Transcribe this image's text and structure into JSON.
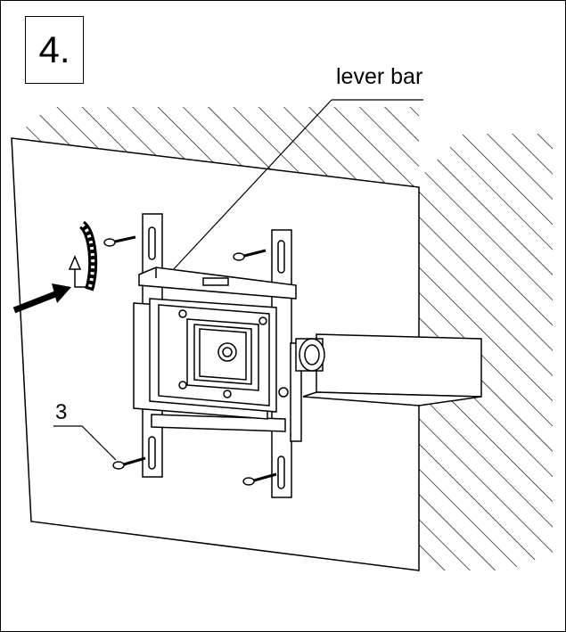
{
  "step_number": "4.",
  "labels": {
    "lever_bar": "lever bar",
    "part_number": "3"
  },
  "icons": [
    "screw-icon",
    "rotation-arrow-icon",
    "insertion-arrow-icon"
  ],
  "colors": {
    "ink": "#000000",
    "background": "#ffffff"
  }
}
